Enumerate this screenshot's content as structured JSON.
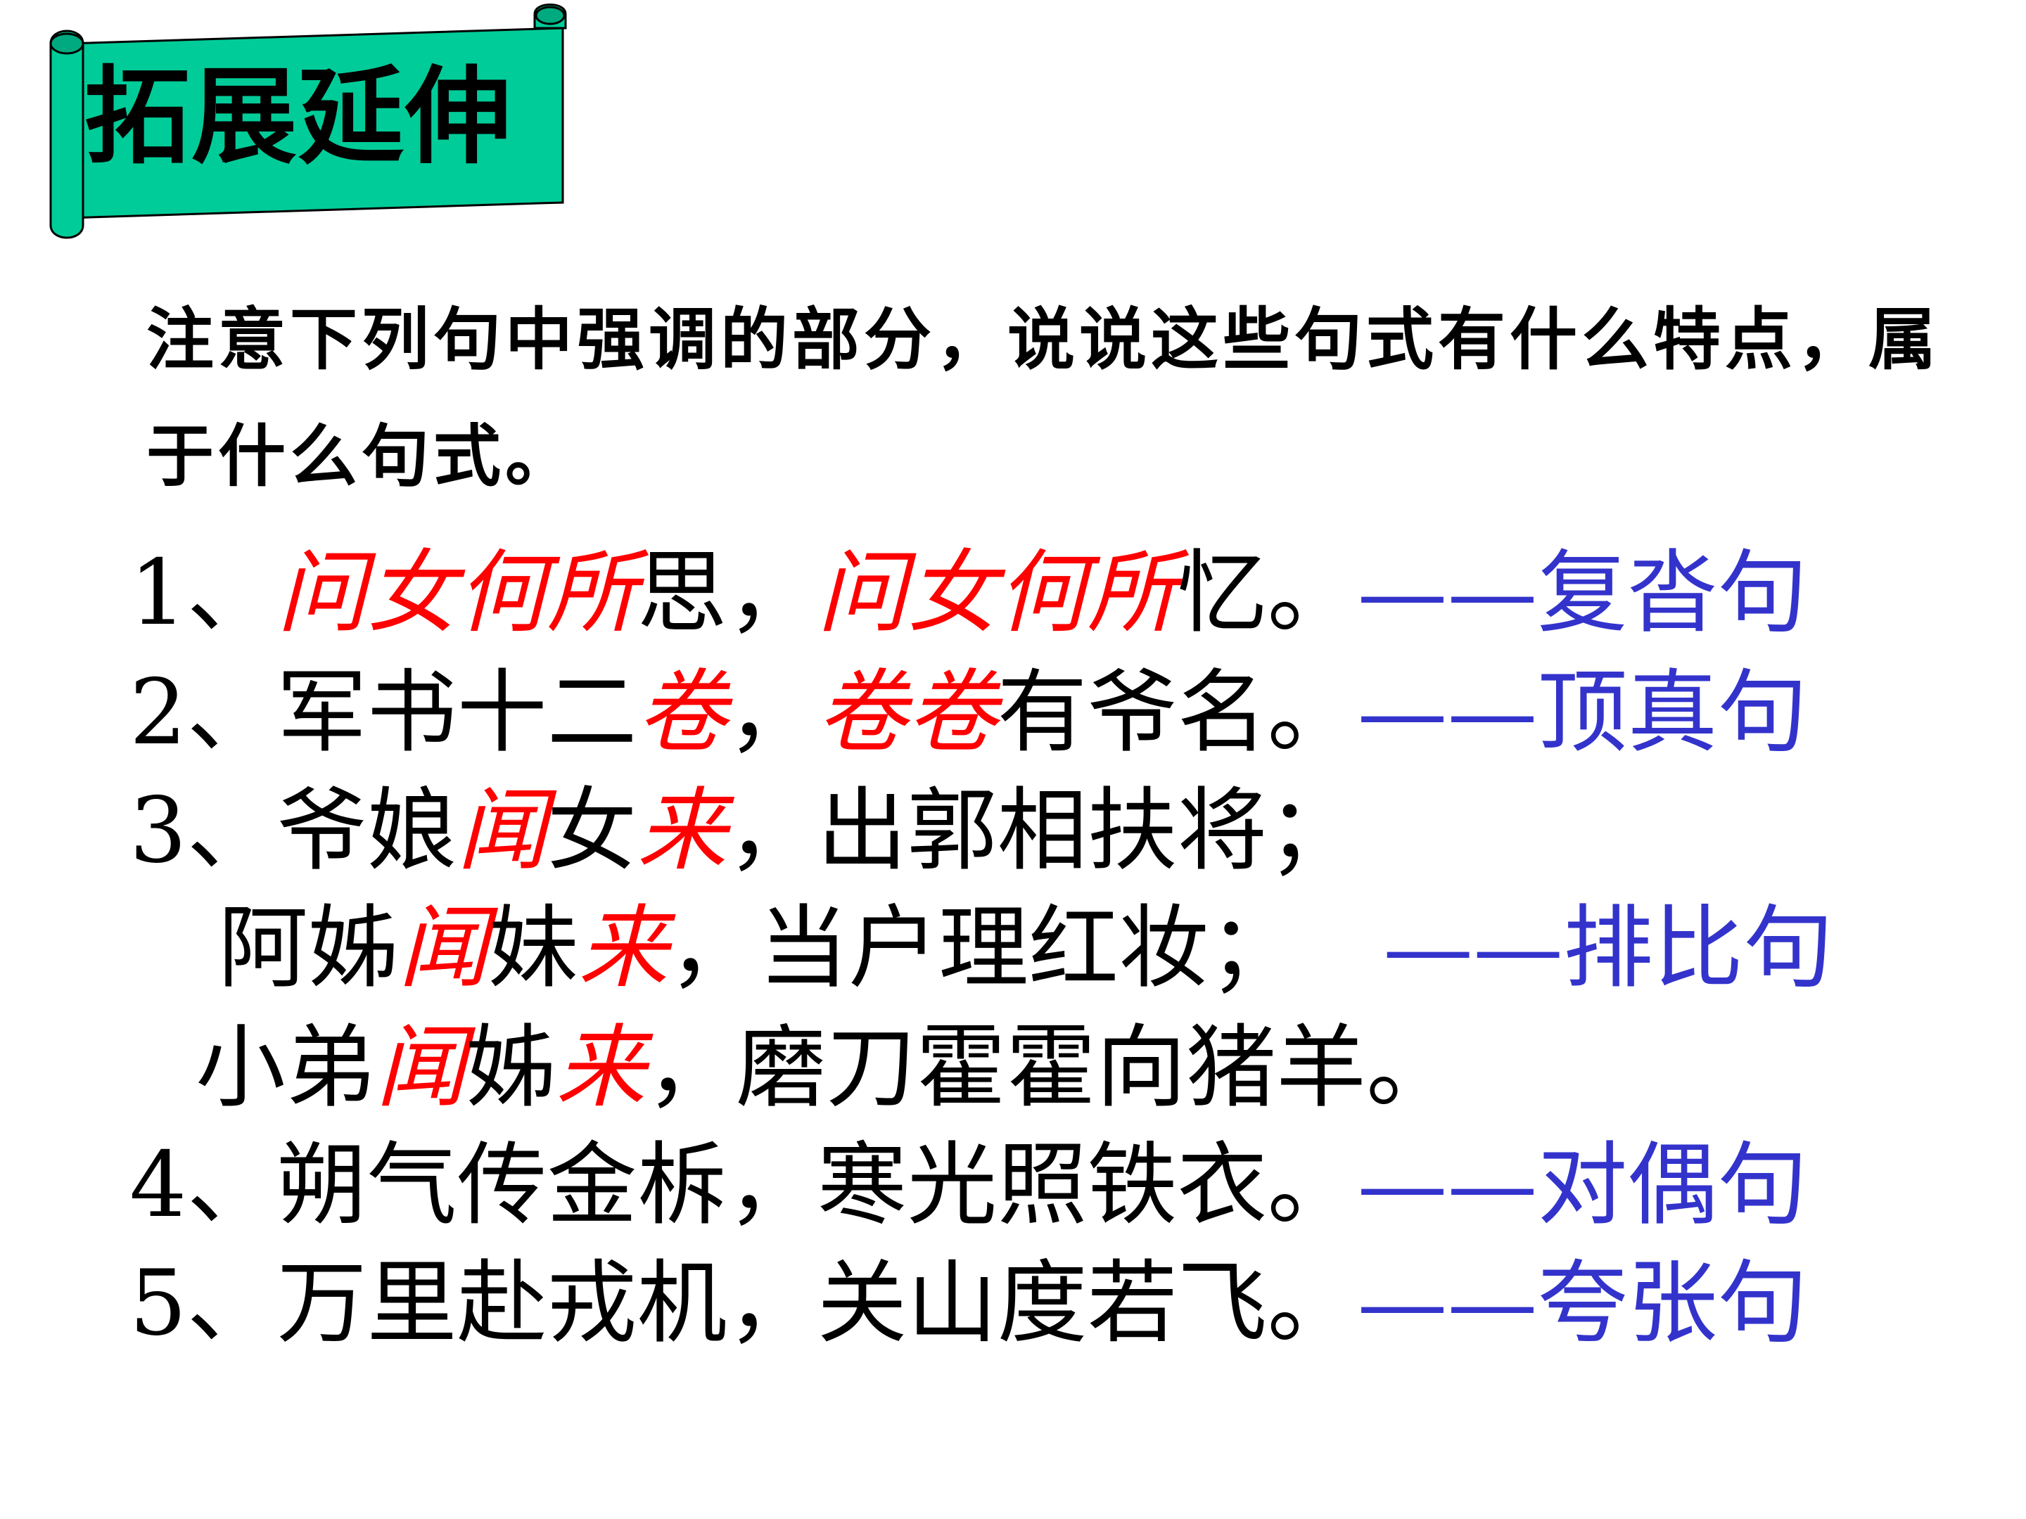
{
  "banner": {
    "title": "拓展延伸",
    "color": "#00cc99"
  },
  "instruction": "注意下列句中强调的部分，说说这些句式有什么特点，属于什么句式。",
  "colors": {
    "emphasis": "#ff0000",
    "answer": "#3333cc",
    "text": "#000000"
  },
  "items": [
    {
      "num": "1、",
      "p1": "问女何所",
      "p2": "思，",
      "p3": "问女何所",
      "p4": "忆。",
      "dash": "——",
      "answer": "复沓句"
    },
    {
      "num": "2、",
      "p1": "军书十二",
      "p2": "卷",
      "p3": "，",
      "p4": "卷卷",
      "p5": "有爷名。",
      "dash": "——",
      "answer": "顶真句"
    },
    {
      "num": "3、",
      "a1": "爷娘",
      "a2": "闻",
      "a3": "女",
      "a4": "来",
      "a5": "，出郭相扶将；"
    },
    {
      "b1": "阿姊",
      "b2": "闻",
      "b3": "妹",
      "b4": "来",
      "b5": "，当户理红妆；",
      "dash": "——",
      "answer": "排比句"
    },
    {
      "c1": "小弟",
      "c2": "闻",
      "c3": "姊",
      "c4": "来",
      "c5": "，磨刀霍霍向猪羊。"
    },
    {
      "num": "4、",
      "text": "朔气传金柝，寒光照铁衣。",
      "dash": "——",
      "answer": "对偶句"
    },
    {
      "num": "5、",
      "text": "万里赴戎机，关山度若飞。",
      "dash": "——",
      "answer": "夸张句"
    }
  ]
}
